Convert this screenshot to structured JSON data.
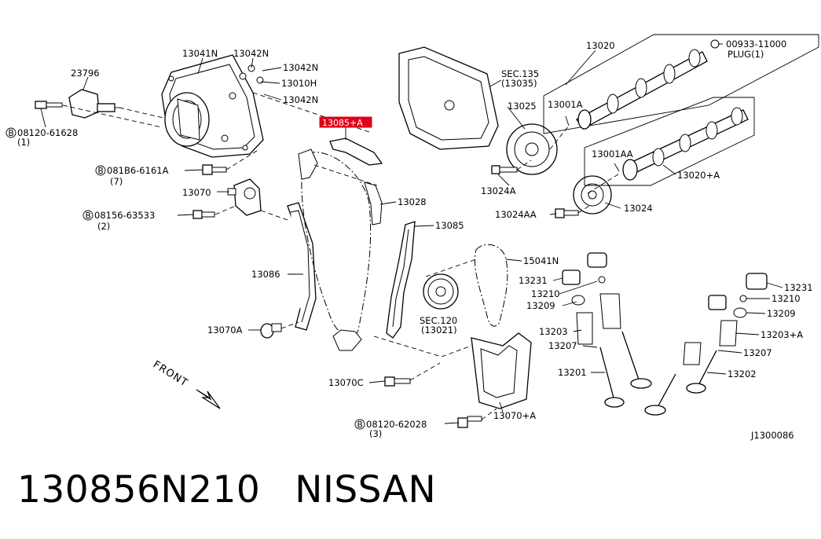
{
  "diagram_code": "J1300086",
  "footer": {
    "part_number": "130856N210",
    "brand": "NISSAN"
  },
  "front_label": "FRONT",
  "highlight": {
    "code": "13085+A",
    "color": "#e0001a"
  },
  "labels": {
    "p13041N": "13041N",
    "p13042N_a": "13042N",
    "p13042N_b": "13042N",
    "p13010H": "13010H",
    "p13042N_c": "13042N",
    "p23796": "23796",
    "b08120_61628": "08120-61628",
    "b08120_61628_qty": "(1)",
    "b081B6_6161A": "081B6-6161A",
    "b081B6_6161A_qty": "(7)",
    "p13070": "13070",
    "b08156_63533": "08156-63533",
    "b08156_63533_qty": "(2)",
    "p13086": "13086",
    "p13070A": "13070A",
    "sec135": "SEC.135",
    "sec135_sub": "(13035)",
    "p13025": "13025",
    "p13028": "13028",
    "p13085": "13085",
    "p13024A": "13024A",
    "p13024AA": "13024AA",
    "p13024": "13024",
    "p13020": "13020",
    "p00933": "00933-11000",
    "plug": "PLUG(1)",
    "p13001A": "13001A",
    "p13001AA": "13001AA",
    "p13020A": "13020+A",
    "p15041N": "15041N",
    "p13231_l": "13231",
    "p13210_l": "13210",
    "p13209_l": "13209",
    "sec120": "SEC.120",
    "sec120_sub": "(13021)",
    "p13203": "13203",
    "p13207_l": "13207",
    "p13201": "13201",
    "p13231_r": "13231",
    "p13210_r": "13210",
    "p13209_r": "13209",
    "p13203A": "13203+A",
    "p13207_r": "13207",
    "p13202": "13202",
    "p13070C": "13070C",
    "b08120_62028": "08120-62028",
    "b08120_62028_qty": "(3)",
    "p13070A_plus": "13070+A",
    "bolt_marker": "B"
  }
}
